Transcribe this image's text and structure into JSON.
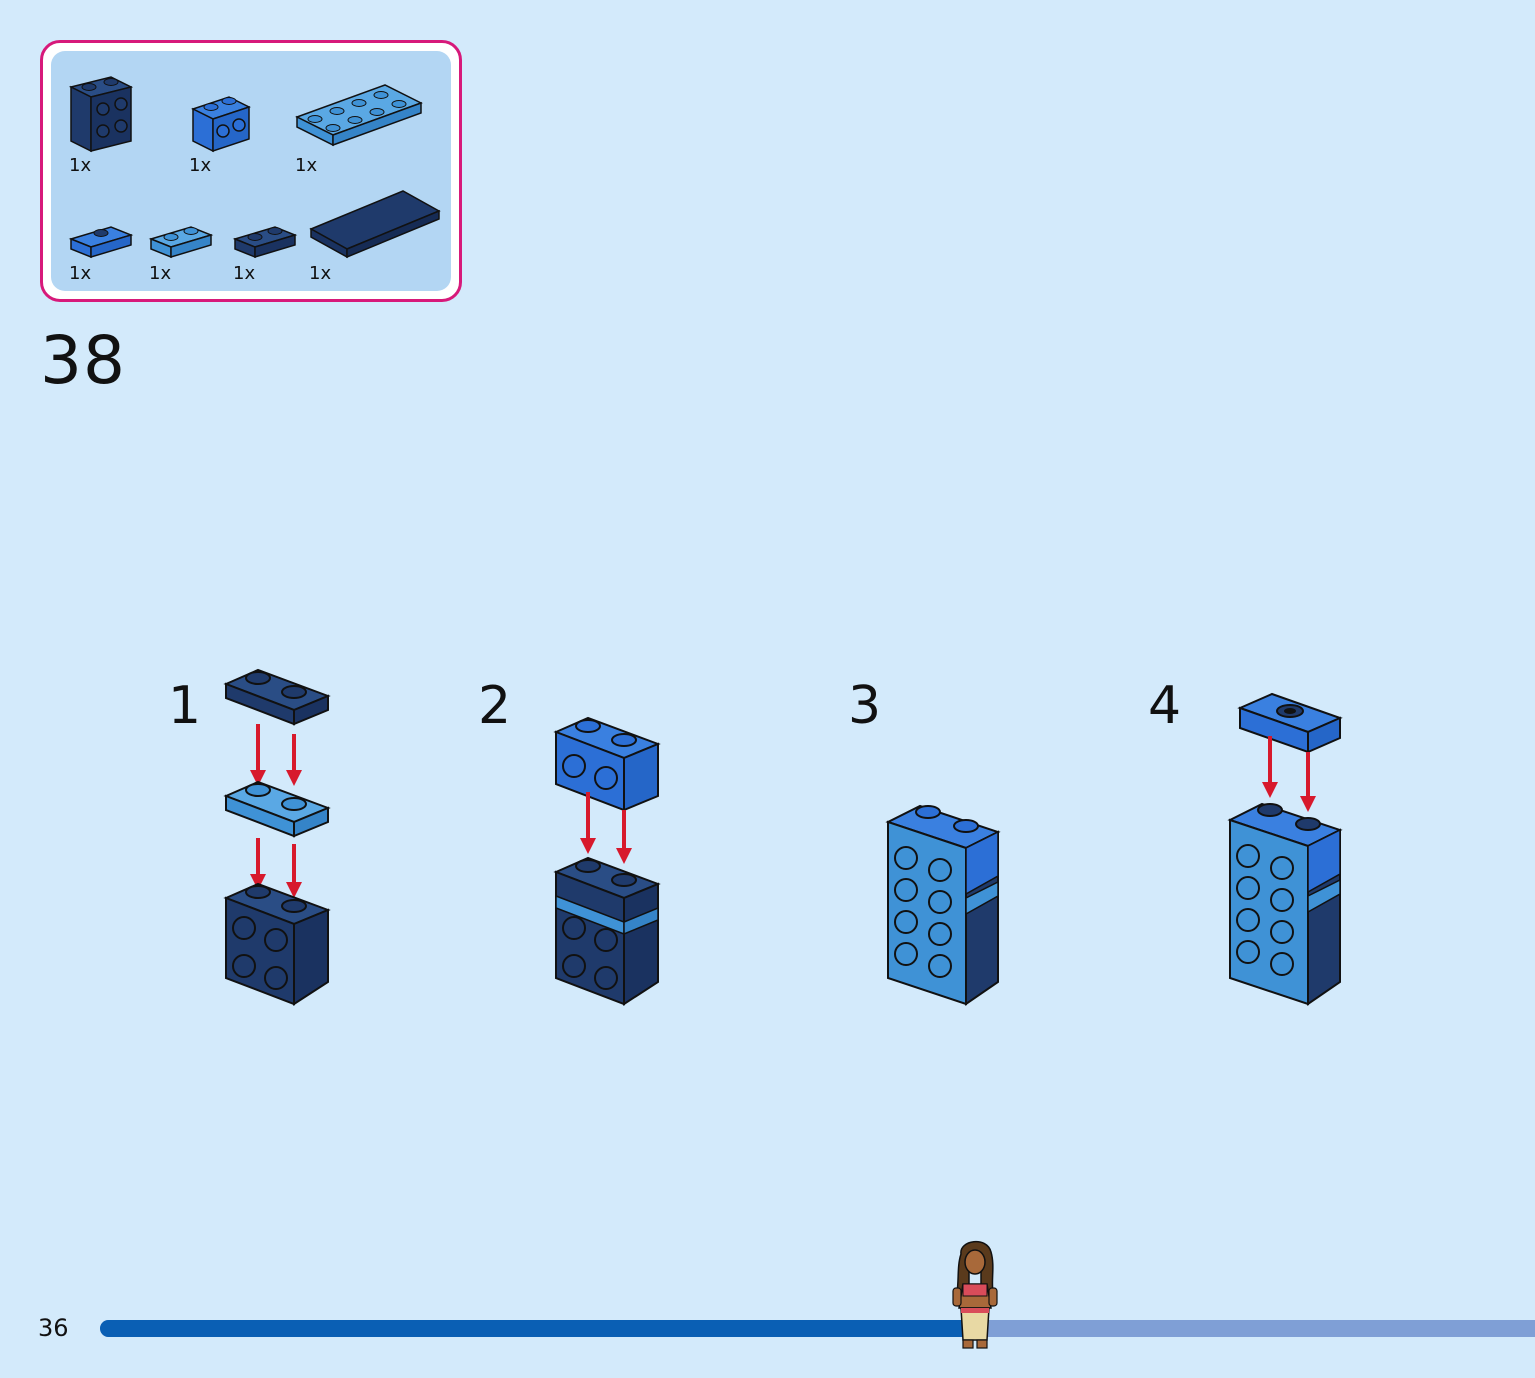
{
  "step": {
    "number": "38"
  },
  "parts": [
    {
      "qty": "1x",
      "name": "brick-2x2-dark-blue-side-studs",
      "color": "#1f3a6b"
    },
    {
      "qty": "1x",
      "name": "brick-1x2-blue-side-studs",
      "color": "#2c6fd6"
    },
    {
      "qty": "1x",
      "name": "plate-2x4-medium-blue",
      "color": "#3f92d6"
    },
    {
      "qty": "1x",
      "name": "plate-1x2-jumper-blue",
      "color": "#2c6fd6"
    },
    {
      "qty": "1x",
      "name": "plate-1x2-medium-blue",
      "color": "#3f92d6"
    },
    {
      "qty": "1x",
      "name": "plate-1x2-dark-blue",
      "color": "#1f3a6b"
    },
    {
      "qty": "1x",
      "name": "tile-2x4-dark-blue",
      "color": "#1f3a6b"
    }
  ],
  "sub_steps": [
    {
      "number": "1"
    },
    {
      "number": "2"
    },
    {
      "number": "3"
    },
    {
      "number": "4"
    }
  ],
  "footer": {
    "page_number": "36",
    "progress": 0.61
  },
  "colors": {
    "background": "#d3eafb",
    "parts_border": "#d7197a",
    "dark_blue": "#1f3a6b",
    "blue": "#2c6fd6",
    "medium_blue": "#3f92d6",
    "arrow": "#d7192c",
    "progress_fill": "#0a5fb4",
    "progress_track": "#7f9fd6"
  }
}
